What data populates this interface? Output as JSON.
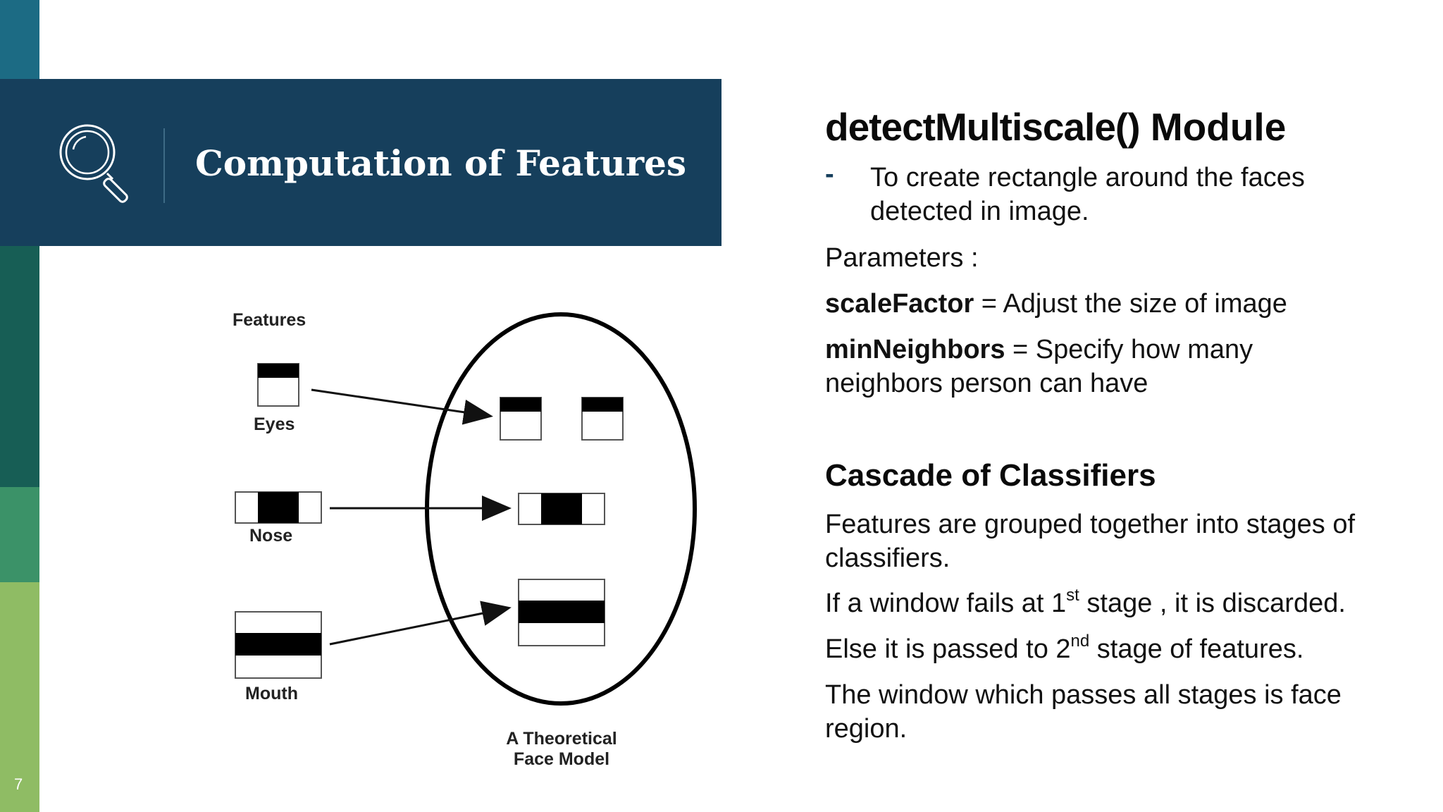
{
  "slide": {
    "title": "Computation of Features",
    "number": "7",
    "icon": "magnifier-icon",
    "colors": {
      "banner": "#163f5c",
      "strip": [
        "#1c6b84",
        "#175e55",
        "#3b9268",
        "#8fbc64"
      ]
    }
  },
  "diagram": {
    "features_label": "Features",
    "eyes_label": "Eyes",
    "nose_label": "Nose",
    "mouth_label": "Mouth",
    "model_label_line1": "A Theoretical",
    "model_label_line2": "Face Model"
  },
  "content": {
    "heading": "detectMultiscale() Module",
    "heading_fn": "detectMultiscale()",
    "heading_rest": " Module",
    "bullet_dash": "-",
    "bullet": "To create rectangle around the faces detected in image.",
    "params_label": "Parameters :",
    "scale_key": "scaleFactor",
    "scale_desc": " = Adjust the size of image",
    "minn_key": "minNeighbors",
    "minn_desc": " = Specify how many neighbors person can have",
    "cascade_heading": "Cascade of Classifiers",
    "cascade_p1": "Features are grouped together into stages of classifiers.",
    "cascade_p2_pre": "If a window fails at 1",
    "cascade_p2_sup": "st",
    "cascade_p2_post": " stage , it is discarded.",
    "cascade_p3_pre": "Else it is passed to 2",
    "cascade_p3_sup": "nd",
    "cascade_p3_post": " stage of features.",
    "cascade_p4": "The window which passes all stages is face region."
  }
}
